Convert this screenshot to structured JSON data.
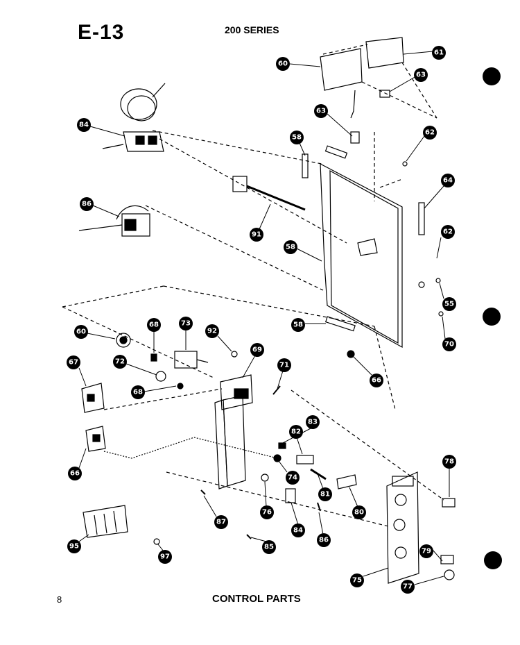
{
  "header": {
    "page_code": "E-13",
    "series": "200 SERIES"
  },
  "footer": {
    "page_number": "8",
    "caption": "CONTROL PARTS"
  },
  "callouts": [
    "60",
    "61",
    "63",
    "63",
    "62",
    "58",
    "84",
    "86",
    "91",
    "64",
    "62",
    "58",
    "55",
    "58",
    "70",
    "66",
    "60",
    "68",
    "73",
    "92",
    "69",
    "72",
    "68",
    "71",
    "67",
    "83",
    "82",
    "66",
    "74",
    "81",
    "80",
    "78",
    "87",
    "76",
    "84",
    "86",
    "95",
    "97",
    "85",
    "75",
    "79",
    "77"
  ]
}
